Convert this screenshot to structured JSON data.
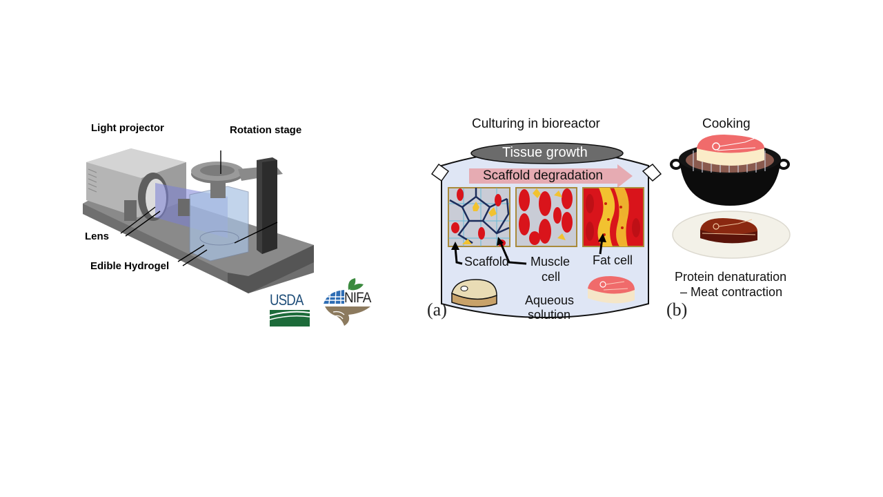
{
  "left_panel": {
    "labels": {
      "light_projector": "Light projector",
      "rotation_stage": "Rotation stage",
      "lens": "Lens",
      "edible_hydrogel": "Edible Hydrogel"
    },
    "logos": {
      "usda": "USDA",
      "nifa": "NIFA"
    }
  },
  "panel_a": {
    "title": "Culturing in bioreactor",
    "tissue_growth": "Tissue growth",
    "scaffold_degradation": "Scaffold degradation",
    "labels": {
      "scaffold": "Scaffold",
      "muscle_cell_line1": "Muscle",
      "muscle_cell_line2": "cell",
      "fat_cell": "Fat cell",
      "aqueous_line1": "Aqueous",
      "aqueous_line2": "solution"
    },
    "panel_letter": "(a)"
  },
  "panel_b": {
    "title": "Cooking",
    "caption_line1": "Protein denaturation",
    "caption_line2": "– Meat contraction",
    "panel_letter": "(b)"
  },
  "colors": {
    "usda_blue": "#1f4e79",
    "usda_green": "#1d6b3a",
    "nifa_blue": "#2e6db4",
    "nifa_green": "#3b8a3e",
    "bioreactor_fill": "#dfe6f5",
    "arrow_pink": "#e8a0a6",
    "muscle_red": "#d9141b",
    "fat_yellow": "#f2c230",
    "raw_meat": "#f06b6b",
    "cooked_meat": "#6a1a0e"
  }
}
